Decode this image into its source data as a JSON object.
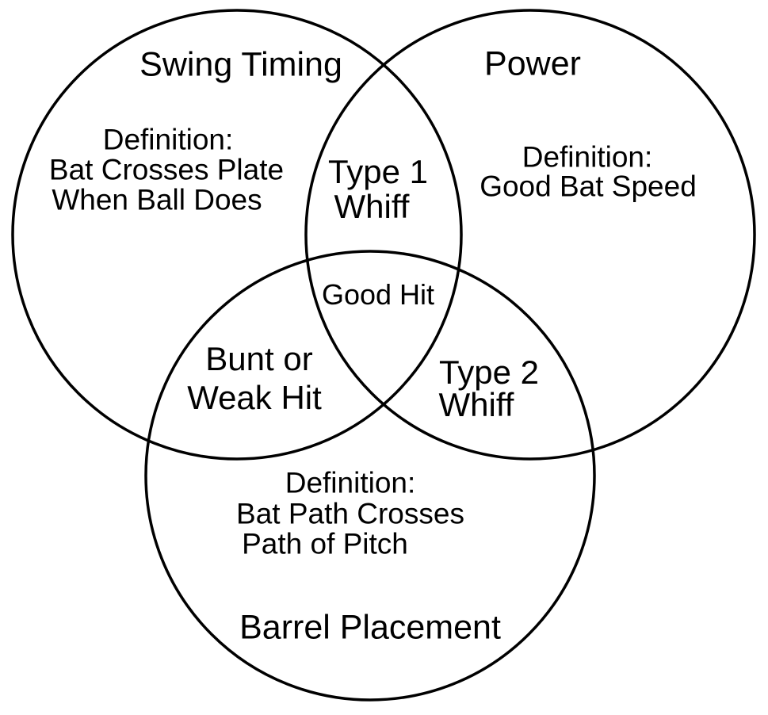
{
  "venn": {
    "style": {
      "stroke_color": "#000000",
      "background_color": "#ffffff",
      "text_color": "#000000"
    },
    "sets": [
      {
        "name": "Swing Timing",
        "definition_lines": [
          "Definition:",
          "Bat Crosses Plate",
          "When Ball Does"
        ]
      },
      {
        "name": "Power",
        "definition_lines": [
          "Definition:",
          "Good Bat Speed"
        ]
      },
      {
        "name": "Barrel Placement",
        "definition_lines": [
          "Definition:",
          "Bat Path Crosses",
          "Path of Pitch"
        ]
      }
    ],
    "overlaps": [
      {
        "between": "Swing Timing + Power",
        "label_lines": [
          "Type 1",
          "Whiff"
        ]
      },
      {
        "between": "Swing Timing + Barrel Placement",
        "label_lines": [
          "Bunt or",
          "Weak Hit"
        ]
      },
      {
        "between": "Power + Barrel Placement",
        "label_lines": [
          "Type 2",
          "Whiff"
        ]
      },
      {
        "between": "Swing Timing + Power + Barrel Placement",
        "label_lines": [
          "Good Hit"
        ]
      }
    ]
  }
}
